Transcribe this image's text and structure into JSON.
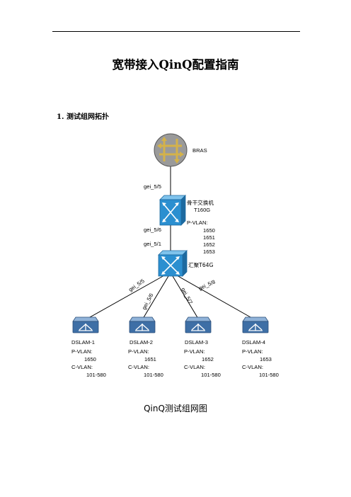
{
  "document": {
    "title": "宽带接入QinQ配置指南",
    "section": {
      "number": "1.",
      "title": "测试组网拓扑"
    },
    "caption": "QinQ测试组网图"
  },
  "diagram": {
    "bras": {
      "label": "BRAS",
      "port": "gei_5/5"
    },
    "core_switch": {
      "label_cn": "骨干交换机",
      "model": "T160G",
      "port_down": "gei_5/6",
      "pvlan_label": "P-VLAN:",
      "pvlans": [
        "1650",
        "1651",
        "1652",
        "1653"
      ]
    },
    "agg_switch": {
      "label": "汇聚T64G",
      "port_up": "gei_5/1",
      "ports": [
        "gei_5/5",
        "gei_5/6",
        "gei_5/7",
        "gei_5/8"
      ]
    },
    "dslams": [
      {
        "name": "DSLAM-1",
        "pvlan_label": "P-VLAN:",
        "pvlan": "1650",
        "cvlan_label": "C-VLAN:",
        "cvlan": "101-580"
      },
      {
        "name": "DSLAM-2",
        "pvlan_label": "P-VLAN:",
        "pvlan": "1651",
        "cvlan_label": "C-VLAN:",
        "cvlan": "101-580"
      },
      {
        "name": "DSLAM-3",
        "pvlan_label": "P-VLAN:",
        "pvlan": "1652",
        "cvlan_label": "C-VLAN:",
        "cvlan": "101-580"
      },
      {
        "name": "DSLAM-4",
        "pvlan_label": "P-VLAN:",
        "pvlan": "1653",
        "cvlan_label": "C-VLAN:",
        "cvlan": "101-580"
      }
    ],
    "colors": {
      "router_fill": "#9a9a9a",
      "router_arrow": "#d4b24a",
      "switch_fill": "#2b8fd0",
      "switch_top": "#7fc3ec",
      "dslam_fill": "#3e6fa6",
      "dslam_top": "#8fb2d8"
    }
  }
}
